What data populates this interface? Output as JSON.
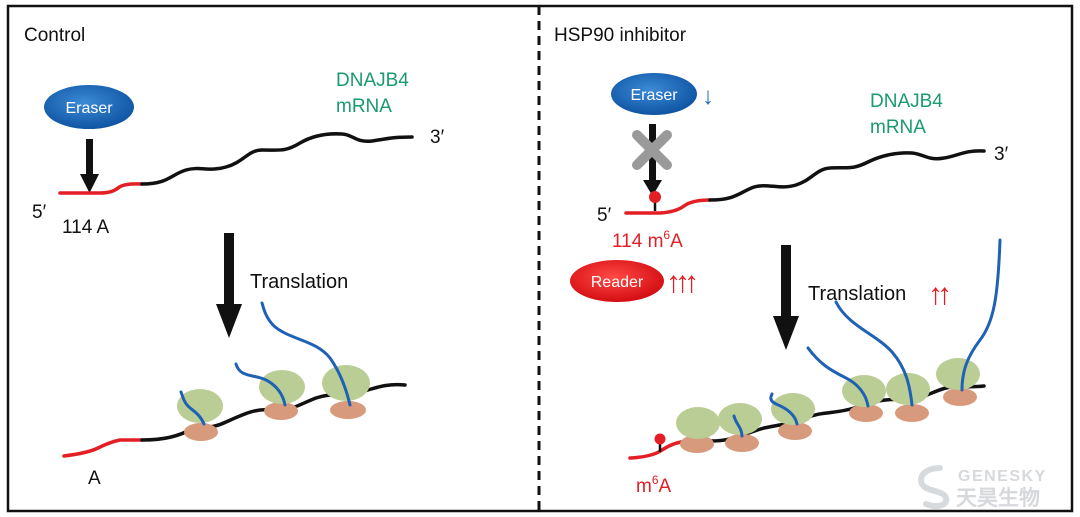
{
  "left_panel": {
    "title": "Control",
    "eraser_label": "Eraser",
    "mrna_line1": "DNAJB4",
    "mrna_line2": "mRNA",
    "five_prime": "5′",
    "three_prime": "3′",
    "site_label": "114 A",
    "translation_label": "Translation",
    "bottom_site_label": "A"
  },
  "right_panel": {
    "title": "HSP90 inhibitor",
    "eraser_label": "Eraser",
    "eraser_arrow": "↓",
    "mrna_line1": "DNAJB4",
    "mrna_line2": "mRNA",
    "five_prime": "5′",
    "three_prime": "3′",
    "site_label_prefix": "114 m",
    "site_label_sup": "6",
    "site_label_suffix": "A",
    "reader_label": "Reader",
    "reader_arrows": "↑↑↑",
    "translation_label": "Translation",
    "translation_arrows": "↑↑",
    "bottom_prefix": "m",
    "bottom_sup": "6",
    "bottom_suffix": "A"
  },
  "watermark": {
    "latin": "GENESKY",
    "chinese": "天昊生物"
  },
  "colors": {
    "eraser": "#1565b8",
    "reader": "#e8141b",
    "mrna_label": "#1b9a6e",
    "red_region": "#e31e24",
    "chain": "#1f62b5",
    "ribosome_large": "#b9cd94",
    "ribosome_small": "#d79a7c",
    "inhibit": "#9a9a9a"
  }
}
